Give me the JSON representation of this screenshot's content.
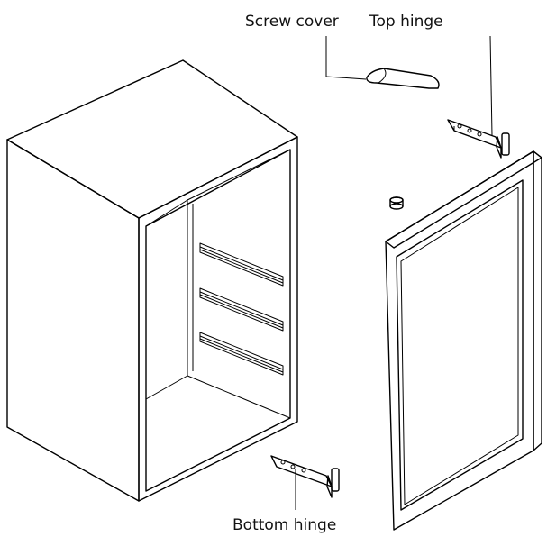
{
  "labels": {
    "screw_cover": "Screw cover",
    "top_hinge": "Top hinge",
    "bottom_hinge": "Bottom hinge"
  },
  "colors": {
    "line": "#000000",
    "background": "#ffffff",
    "screw_cover_fill": "#c8c8c8"
  }
}
